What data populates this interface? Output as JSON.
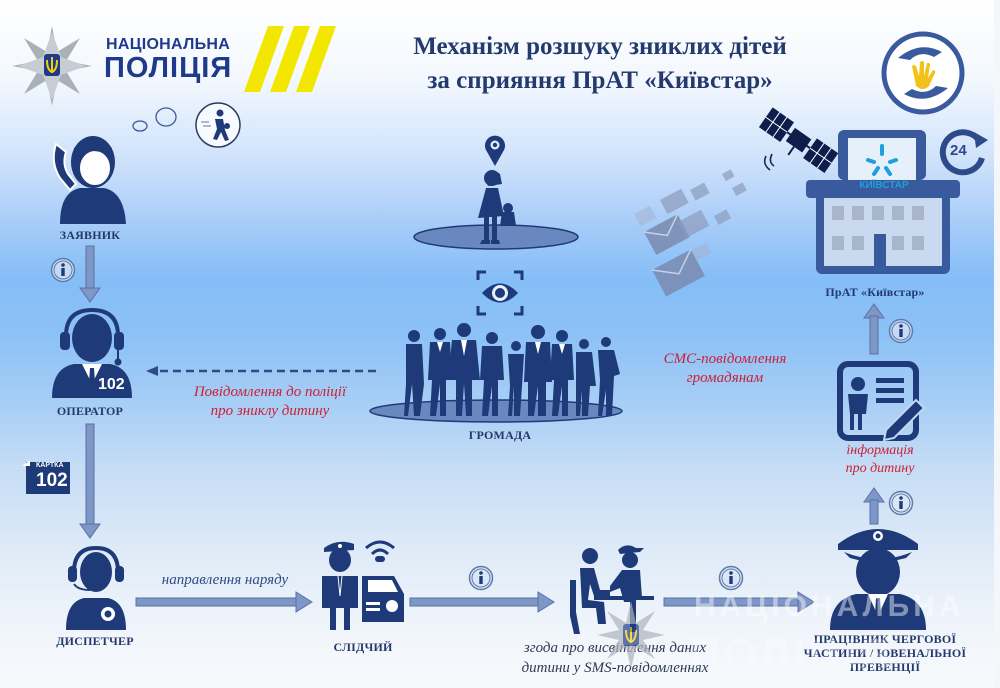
{
  "header": {
    "logo_line1": "НАЦІОНАЛЬНА",
    "logo_line2": "ПОЛІЦІЯ",
    "title_line1": "Механізм розшуку зниклих дітей",
    "title_line2": "за сприяння ПрАТ «Київстар»"
  },
  "nodes": {
    "applicant": "ЗАЯВНИК",
    "operator": "ОПЕРАТОР",
    "operator_badge": "102",
    "dispatcher": "ДИСПЕТЧЕР",
    "investigator": "СЛІДЧИЙ",
    "community": "ГРОМАДА",
    "kyivstar": "ПрАТ «Київстар»",
    "kyivstar_sign": "КИЇВСТАР",
    "officer_line1": "ПРАЦІВНИК ЧЕРГОВОЇ",
    "officer_line2": "ЧАСТИНИ / ЮВЕНАЛЬНОЇ",
    "officer_line3": "ПРЕВЕНЦІЇ",
    "card_label": "КАРТКА",
    "card_number": "102",
    "hours_badge": "24"
  },
  "edges": {
    "report_line1": "Повідомлення до поліції",
    "report_line2": "про зниклу дитину",
    "dispatch": "направлення наряду",
    "consent_line1": "згода про висвітлення даних",
    "consent_line2": "дитини у SMS-повідомленнях",
    "child_info_line1": "інформація",
    "child_info_line2": "про дитину",
    "sms_line1": "СМС-повідомлення",
    "sms_line2": "громадянам"
  },
  "watermark": {
    "line1": "НАЦІОНАЛЬНА",
    "line2": "ПОЛІЦІЯ"
  },
  "colors": {
    "navy": "#243a6e",
    "accent_red": "#cc2036",
    "yellow": "#f3e600",
    "kyivstar_blue": "#1ea0dc",
    "arrow_fill": "#7f97c6"
  }
}
